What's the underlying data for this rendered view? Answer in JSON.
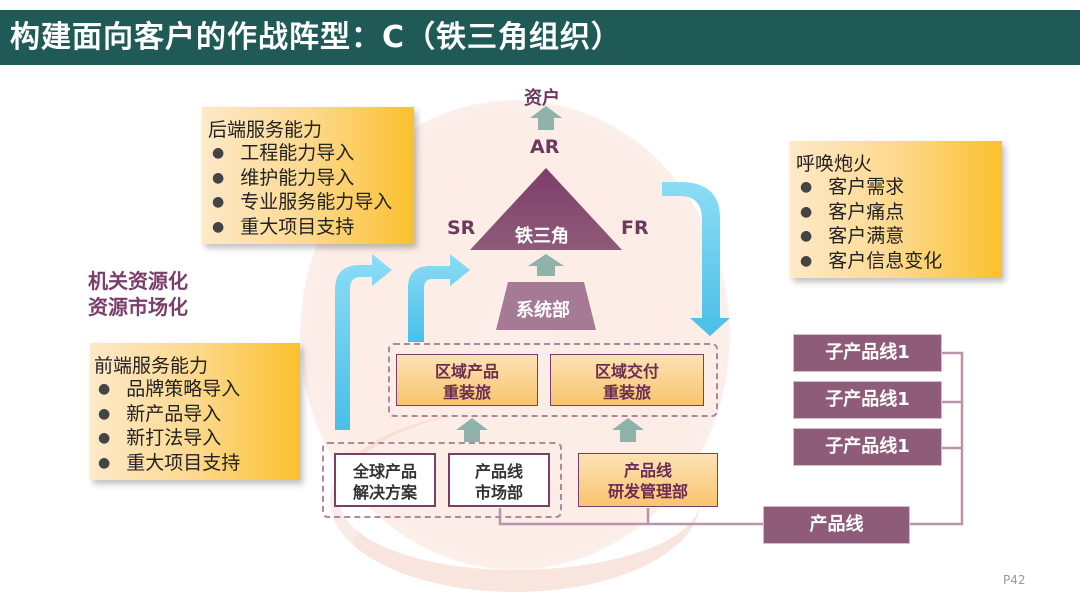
{
  "title": "构建面向客户的作战阵型：C（铁三角组织）",
  "customer_label": "资户",
  "triangle": {
    "center": "铁三角",
    "top": "AR",
    "left": "SR",
    "right": "FR"
  },
  "system_dept": "系统部",
  "backend": {
    "heading": "后端服务能力",
    "items": [
      "工程能力导入",
      "维护能力导入",
      "专业服务能力导入",
      "重大项目支持"
    ]
  },
  "call_fire": {
    "heading": "呼唤炮火",
    "items": [
      "客户需求",
      "客户痛点",
      "客户满意",
      "客户信息变化"
    ]
  },
  "side_label": {
    "line1": "机关资源化",
    "line2": "资源市场化"
  },
  "frontend": {
    "heading": "前端服务能力",
    "items": [
      "品牌策略导入",
      "新产品导入",
      "新打法导入",
      "重大项目支持"
    ]
  },
  "brigades": [
    {
      "line1": "区域产品",
      "line2": "重装旅"
    },
    {
      "line1": "区域交付",
      "line2": "重装旅"
    }
  ],
  "bottom_units": [
    {
      "line1": "全球产品",
      "line2": "解决方案"
    },
    {
      "line1": "产品线",
      "line2": "市场部"
    },
    {
      "line1": "产品线",
      "line2": "研发管理部"
    }
  ],
  "sub_product_lines": [
    "子产品线1",
    "子产品线1",
    "子产品线1"
  ],
  "product_line": "产品线",
  "page_number": "P42",
  "colors": {
    "title_bg": "#1f5a56",
    "plum": "#8e5b78",
    "accent_purple": "#7a3e6c",
    "arrow_blue": "#5bc8ec",
    "orange": "#fbc02d"
  }
}
